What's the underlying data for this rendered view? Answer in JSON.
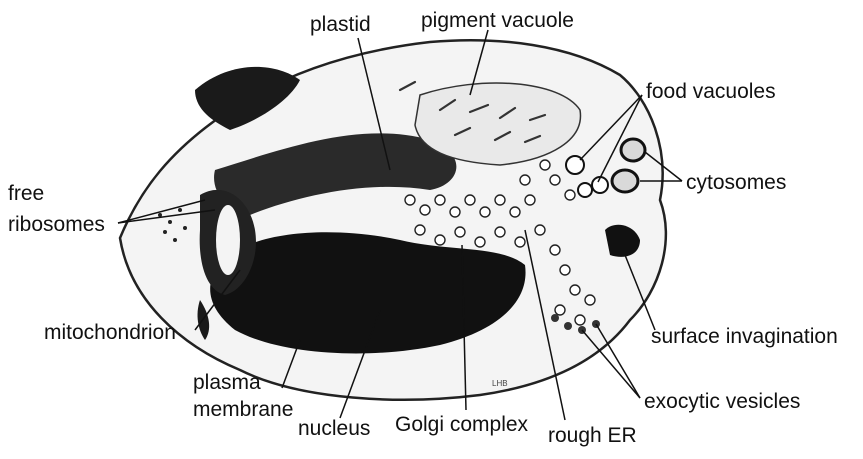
{
  "labels": {
    "plastid": "plastid",
    "pigment_vacuole": "pigment vacuole",
    "food_vacuoles": "food vacuoles",
    "cytosomes": "cytosomes",
    "free": "free",
    "ribosomes": "ribosomes",
    "mitochondrion": "mitochondrion",
    "surface_invagination": "surface invagination",
    "plasma": "plasma",
    "membrane": "membrane",
    "nucleus": "nucleus",
    "golgi_complex": "Golgi complex",
    "rough_er": "rough ER",
    "exocytic_vesicles": "exocytic vesicles"
  },
  "signature": "LHB"
}
